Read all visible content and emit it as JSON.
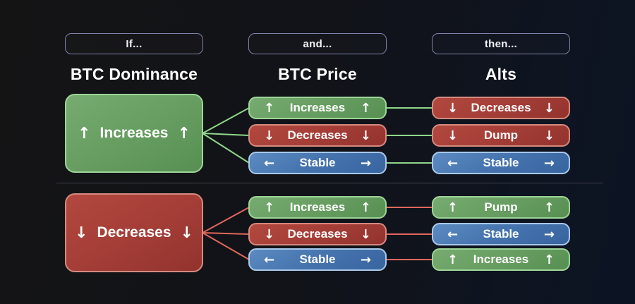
{
  "columns": [
    {
      "tag": "If...",
      "title": "BTC Dominance"
    },
    {
      "tag": "and...",
      "title": "BTC Price"
    },
    {
      "tag": "then...",
      "title": "Alts"
    }
  ],
  "colors": {
    "green_fill": "#69a064",
    "green_border": "#9cd597",
    "red_fill": "#a63f38",
    "red_border": "#d58a7f",
    "blue_fill": "#4775af",
    "blue_border": "#a9c9ea",
    "tag_border": "#7e82aa",
    "divider": "#41444c",
    "top_connector": "#8fd78a",
    "bottom_connector": "#e0685c",
    "background_left": "#141415",
    "background_right": "#0c1424",
    "text": "#ffffff"
  },
  "sections": [
    {
      "dominance": {
        "left_arrow": "↑",
        "label": "Increases",
        "right_arrow": "↑",
        "variant": "green"
      },
      "rows": [
        {
          "btc_price": {
            "left_arrow": "↑",
            "label": "Increases",
            "right_arrow": "↑",
            "variant": "green"
          },
          "alts": {
            "left_arrow": "↓",
            "label": "Decreases",
            "right_arrow": "↓",
            "variant": "red"
          }
        },
        {
          "btc_price": {
            "left_arrow": "↓",
            "label": "Decreases",
            "right_arrow": "↓",
            "variant": "red"
          },
          "alts": {
            "left_arrow": "↓",
            "label": "Dump",
            "right_arrow": "↓",
            "variant": "red"
          }
        },
        {
          "btc_price": {
            "left_arrow": "←",
            "label": "Stable",
            "right_arrow": "→",
            "variant": "blue"
          },
          "alts": {
            "left_arrow": "←",
            "label": "Stable",
            "right_arrow": "→",
            "variant": "blue"
          }
        }
      ]
    },
    {
      "dominance": {
        "left_arrow": "↓",
        "label": "Decreases",
        "right_arrow": "↓",
        "variant": "red"
      },
      "rows": [
        {
          "btc_price": {
            "left_arrow": "↑",
            "label": "Increases",
            "right_arrow": "↑",
            "variant": "green"
          },
          "alts": {
            "left_arrow": "↑",
            "label": "Pump",
            "right_arrow": "↑",
            "variant": "green"
          }
        },
        {
          "btc_price": {
            "left_arrow": "↓",
            "label": "Decreases",
            "right_arrow": "↓",
            "variant": "red"
          },
          "alts": {
            "left_arrow": "←",
            "label": "Stable",
            "right_arrow": "→",
            "variant": "blue"
          }
        },
        {
          "btc_price": {
            "left_arrow": "←",
            "label": "Stable",
            "right_arrow": "→",
            "variant": "blue"
          },
          "alts": {
            "left_arrow": "↑",
            "label": "Increases",
            "right_arrow": "↑",
            "variant": "green"
          }
        }
      ]
    }
  ]
}
